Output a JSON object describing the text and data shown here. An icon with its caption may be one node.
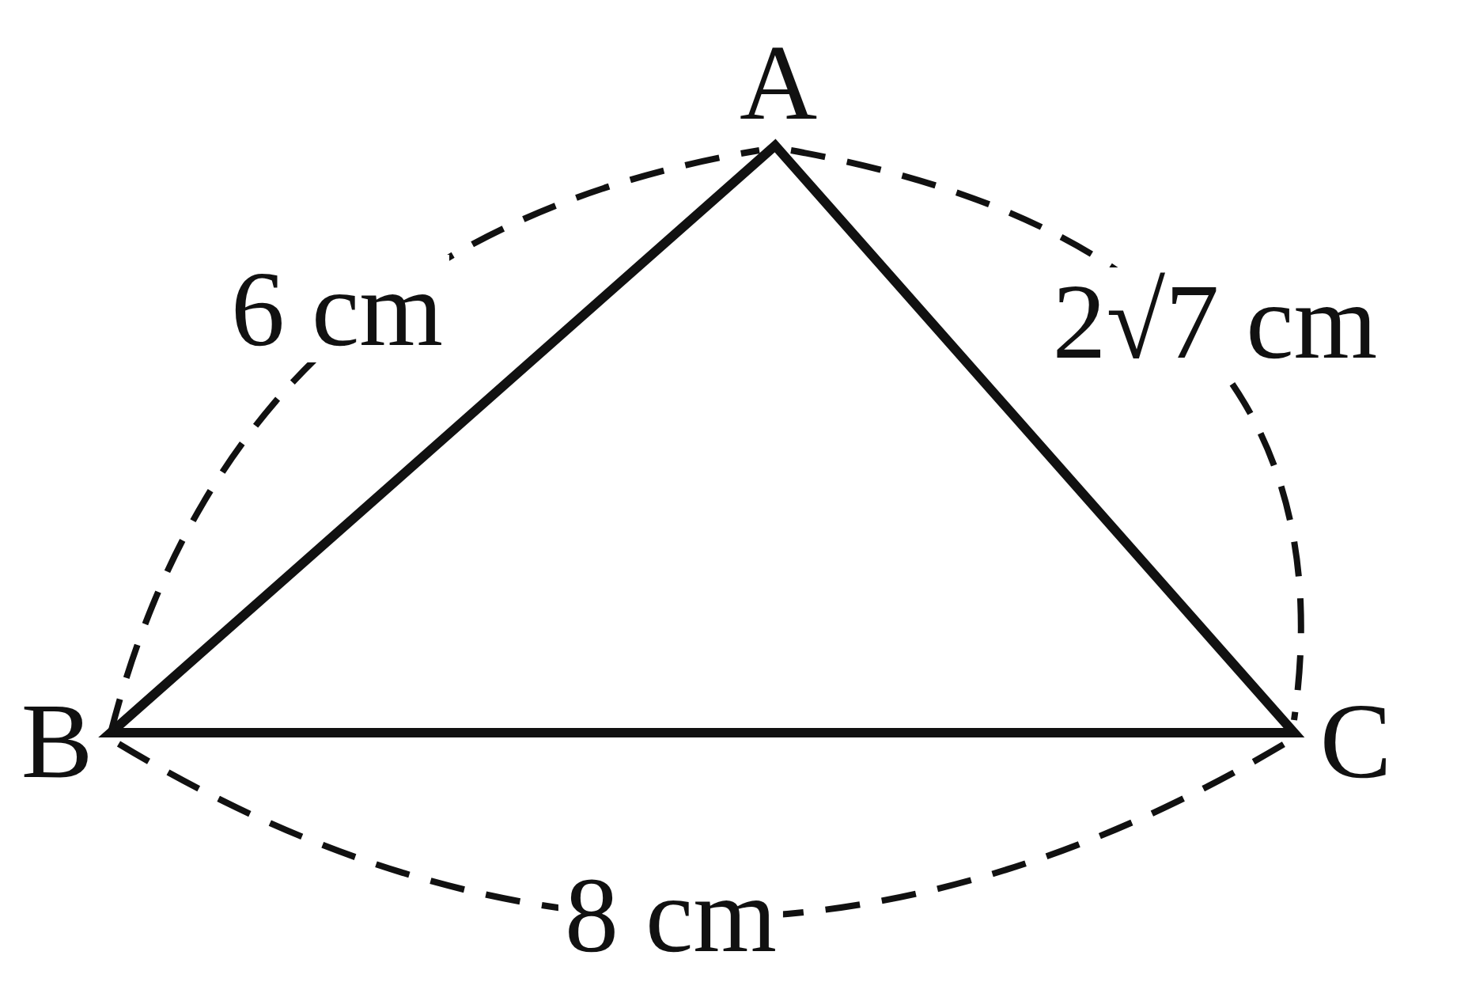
{
  "diagram": {
    "labels": [
      "A",
      "6 cm",
      "2√7 cm",
      "B",
      "C",
      "8 cm"
    ]
  }
}
